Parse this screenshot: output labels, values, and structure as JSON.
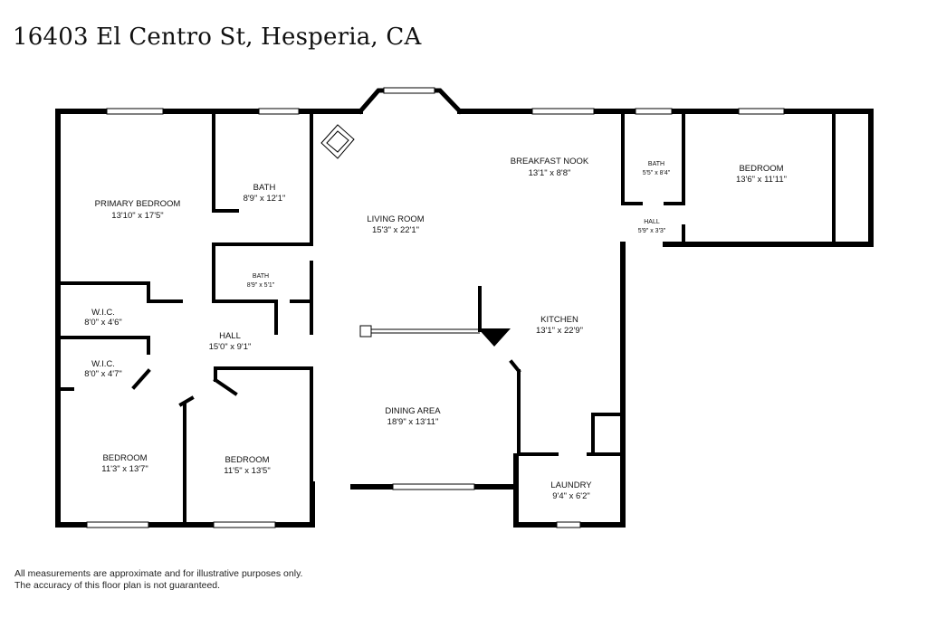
{
  "title": "16403 El Centro St, Hesperia, CA",
  "rooms": {
    "primary_bedroom": {
      "name": "PRIMARY BEDROOM",
      "dims": "13'10\" x 17'5\""
    },
    "bath_top": {
      "name": "BATH",
      "dims": "8'9\" x 12'1\""
    },
    "bath_mid": {
      "name": "BATH",
      "dims": "8'9\" x 5'1\""
    },
    "wic_1": {
      "name": "W.I.C.",
      "dims": "8'0\" x 4'6\""
    },
    "wic_2": {
      "name": "W.I.C.",
      "dims": "8'0\" x 4'7\""
    },
    "hall_main": {
      "name": "HALL",
      "dims": "15'0\" x 9'1\""
    },
    "bedroom_left": {
      "name": "BEDROOM",
      "dims": "11'3\" x 13'7\""
    },
    "bedroom_mid": {
      "name": "BEDROOM",
      "dims": "11'5\" x 13'5\""
    },
    "living_room": {
      "name": "LIVING ROOM",
      "dims": "15'3\" x 22'1\""
    },
    "dining_area": {
      "name": "DINING AREA",
      "dims": "18'9\" x 13'11\""
    },
    "breakfast_nook": {
      "name": "BREAKFAST NOOK",
      "dims": "13'1\" x 8'8\""
    },
    "kitchen": {
      "name": "KITCHEN",
      "dims": "13'1\" x 22'9\""
    },
    "laundry": {
      "name": "LAUNDRY",
      "dims": "9'4\" x 6'2\""
    },
    "bath_right": {
      "name": "BATH",
      "dims": "5'5\" x 8'4\""
    },
    "hall_right": {
      "name": "HALL",
      "dims": "5'9\" x 3'3\""
    },
    "bedroom_right": {
      "name": "BEDROOM",
      "dims": "13'6\" x 11'11\""
    }
  },
  "disclaimer": {
    "line1": "All measurements are approximate and for illustrative purposes only.",
    "line2": "The accuracy of this floor plan is not guaranteed."
  }
}
